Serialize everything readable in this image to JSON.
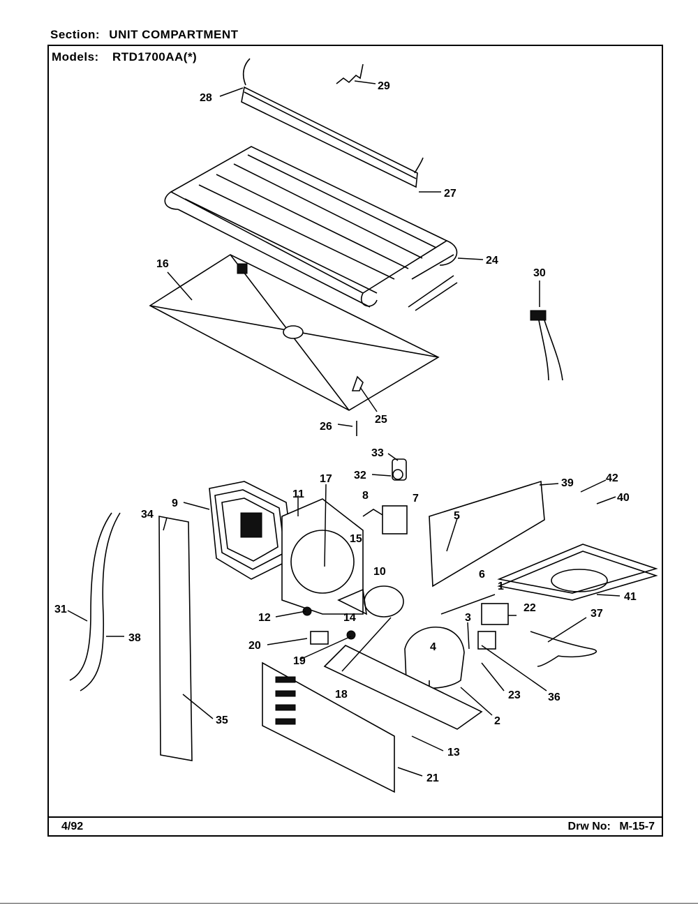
{
  "header": {
    "section_label": "Section:",
    "section_value": "UNIT COMPARTMENT",
    "models_label": "Models:",
    "models_value": "RTD1700AA(*)"
  },
  "footer": {
    "date": "4/92",
    "drawing_label": "Drw No:",
    "drawing_number": "M-15-7"
  },
  "callouts": [
    "1",
    "2",
    "3",
    "4",
    "5",
    "6",
    "7",
    "8",
    "9",
    "10",
    "11",
    "12",
    "13",
    "14",
    "15",
    "16",
    "17",
    "18",
    "19",
    "20",
    "21",
    "22",
    "23",
    "24",
    "25",
    "26",
    "27",
    "28",
    "29",
    "30",
    "31",
    "32",
    "33",
    "34",
    "35",
    "36",
    "37",
    "38",
    "39",
    "40",
    "41",
    "42"
  ]
}
